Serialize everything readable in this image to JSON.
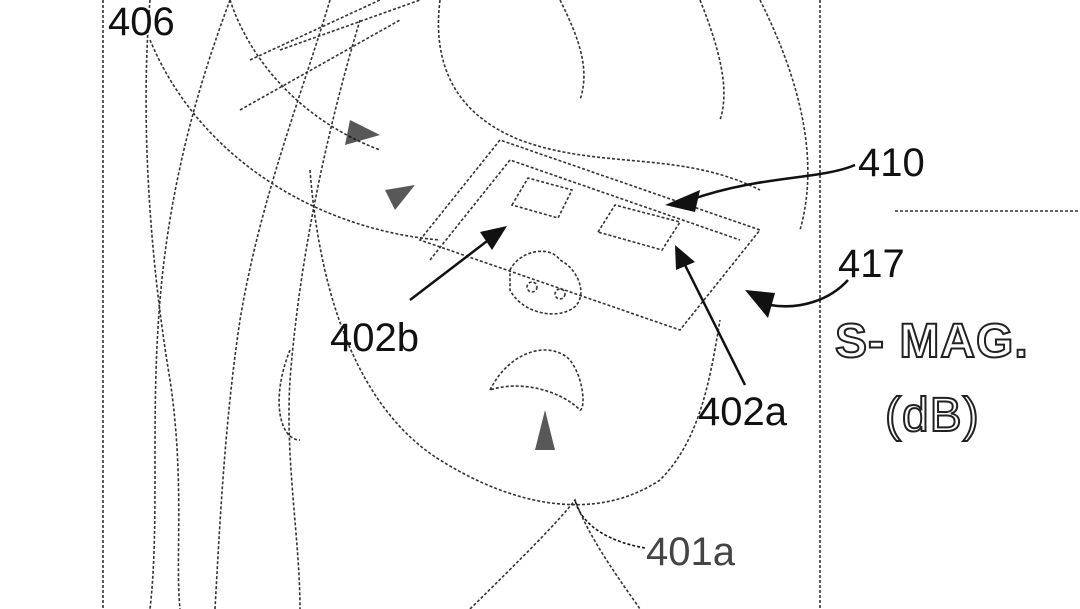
{
  "figure": {
    "labels": {
      "l406": "406",
      "l410": "410",
      "l417": "417",
      "l402b": "402b",
      "l402a": "402a",
      "l401a": "401a"
    },
    "axis_label": {
      "line1": "S- MAG.",
      "line2": "(dB)"
    }
  }
}
